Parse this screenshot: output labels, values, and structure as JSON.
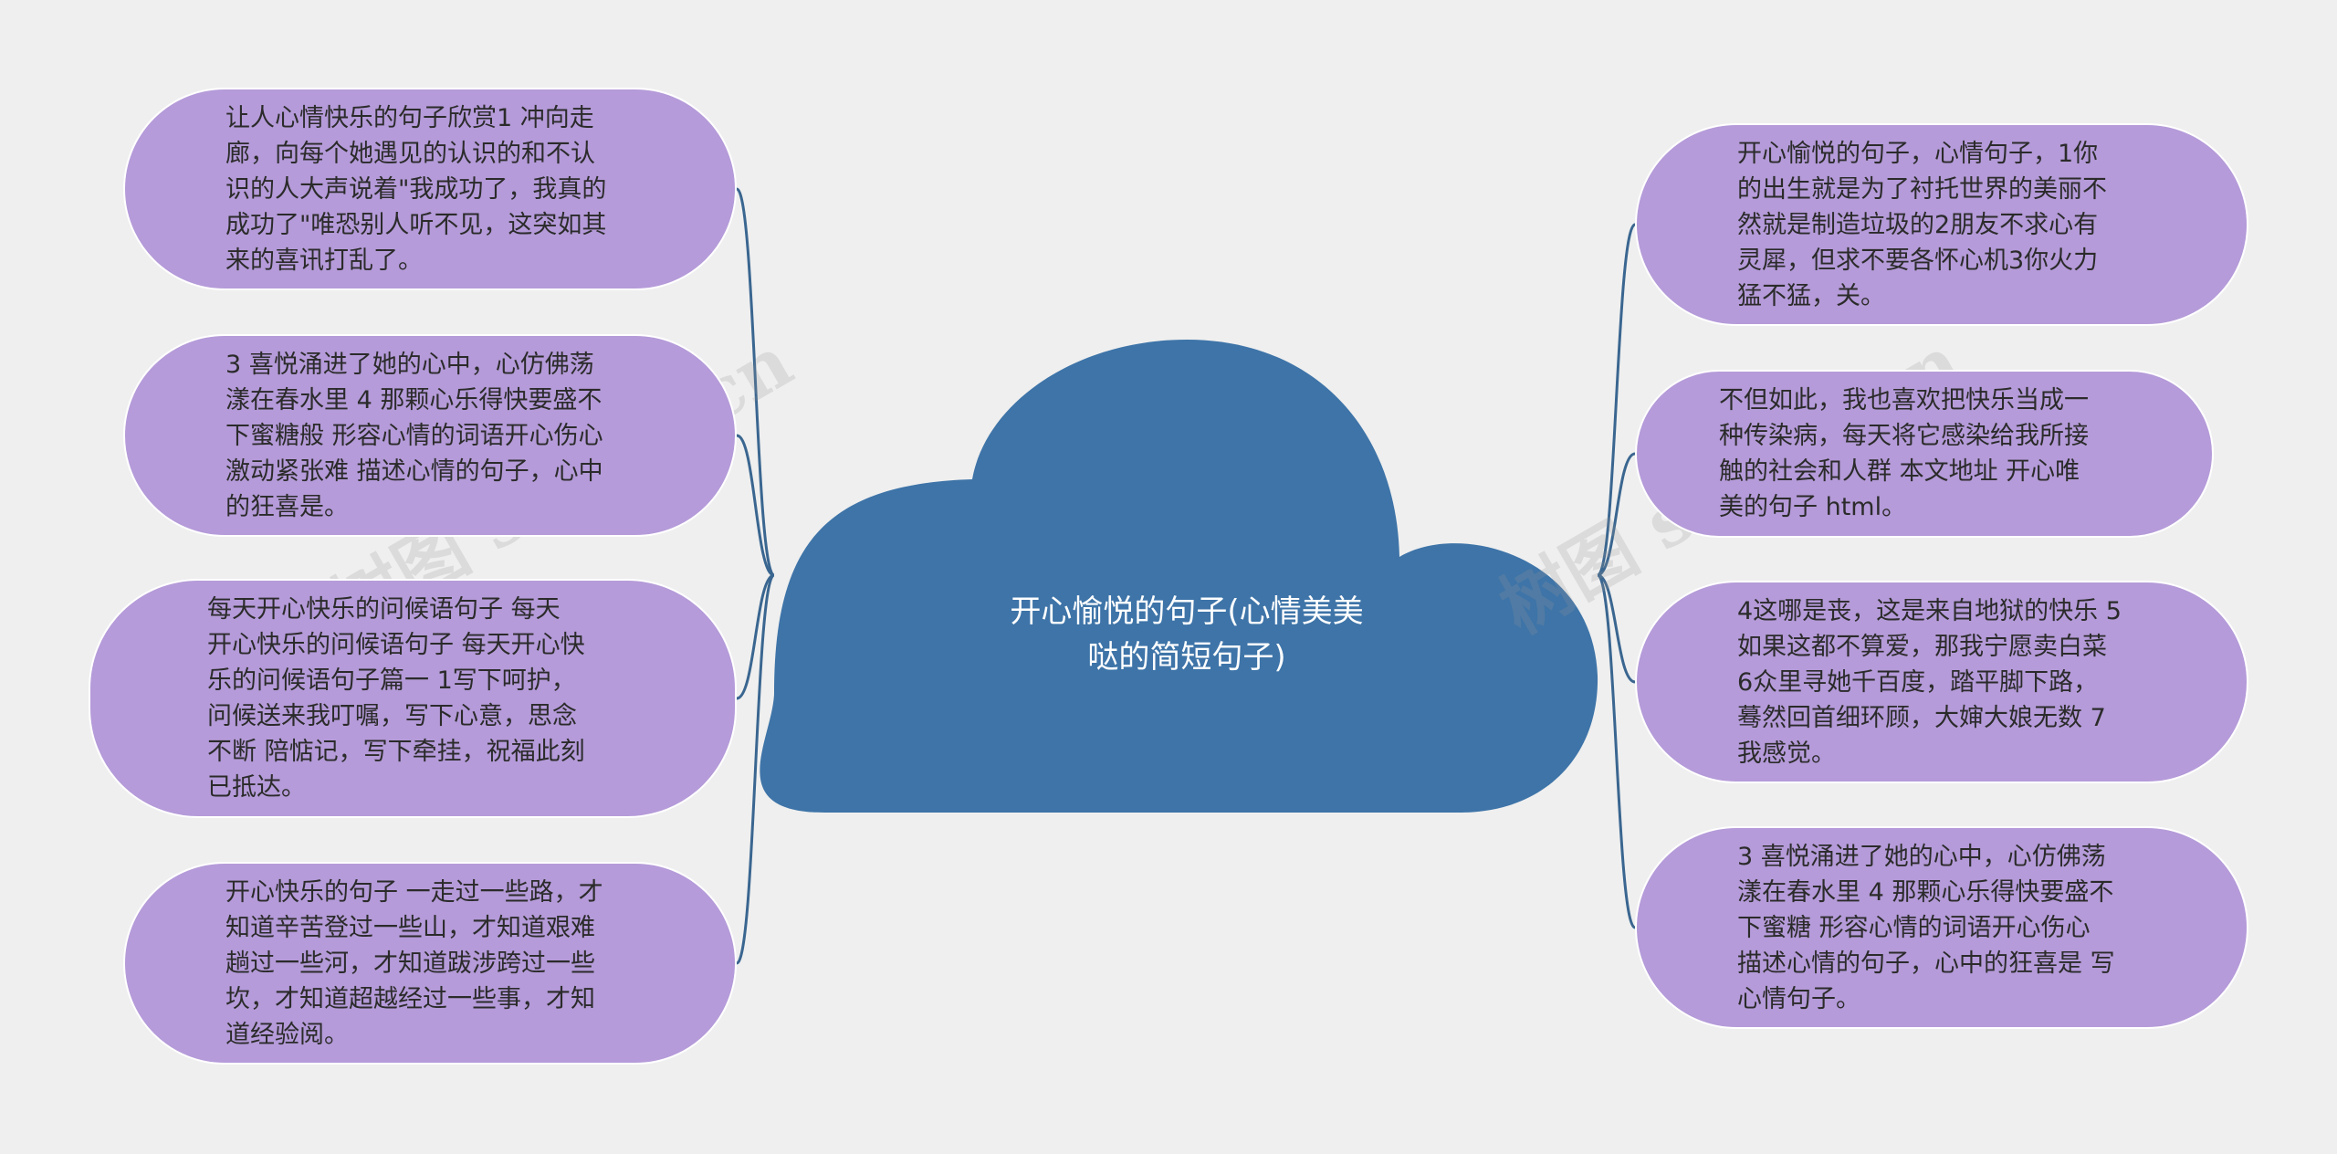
{
  "colors": {
    "background": "#efefef",
    "root_fill": "#3e74a8",
    "node_fill": "#b59bd9",
    "connector": "#3a6690"
  },
  "root": {
    "title": "开心愉悦的句子(心情美美\n哒的简短句子)"
  },
  "left_nodes": [
    {
      "text": "让人心情快乐的句子欣赏1 冲向走\n廊，向每个她遇见的认识的和不认\n识的人大声说着\"我成功了，我真的\n成功了\"唯恐别人听不见，这突如其\n来的喜讯打乱了。"
    },
    {
      "text": "3 喜悦涌进了她的心中，心仿佛荡\n漾在春水里 4 那颗心乐得快要盛不\n下蜜糖般 形容心情的词语开心伤心\n激动紧张难 描述心情的句子，心中\n的狂喜是。"
    },
    {
      "text": "每天开心快乐的问候语句子  每天\n开心快乐的问候语句子 每天开心快\n乐的问候语句子篇一 1写下呵护，\n问候送来我叮嘱，写下心意，思念\n不断 陪惦记，写下牵挂，祝福此刻\n已抵达。"
    },
    {
      "text": "开心快乐的句子 一走过一些路，才\n知道辛苦登过一些山，才知道艰难\n趟过一些河，才知道跋涉跨过一些\n坎，才知道超越经过一些事，才知\n道经验阅。"
    }
  ],
  "right_nodes": [
    {
      "text": "开心愉悦的句子，心情句子，1你\n的出生就是为了衬托世界的美丽不\n然就是制造垃圾的2朋友不求心有\n灵犀，但求不要各怀心机3你火力\n猛不猛，关。"
    },
    {
      "text": "不但如此，我也喜欢把快乐当成一\n种传染病，每天将它感染给我所接\n触的社会和人群 本文地址 开心唯\n美的句子 html。"
    },
    {
      "text": "4这哪是丧，这是来自地狱的快乐 5\n如果这都不算爱，那我宁愿卖白菜\n6众里寻她千百度，踏平脚下路，\n蓦然回首细环顾，大婶大娘无数 7\n我感觉。"
    },
    {
      "text": "3 喜悦涌进了她的心中，心仿佛荡\n漾在春水里 4 那颗心乐得快要盛不\n下蜜糖 形容心情的词语开心伤心\n描述心情的句子，心中的狂喜是 写\n心情句子。"
    }
  ],
  "watermarks": [
    "树图 shutu.cn",
    "树图 shutu.cn"
  ]
}
